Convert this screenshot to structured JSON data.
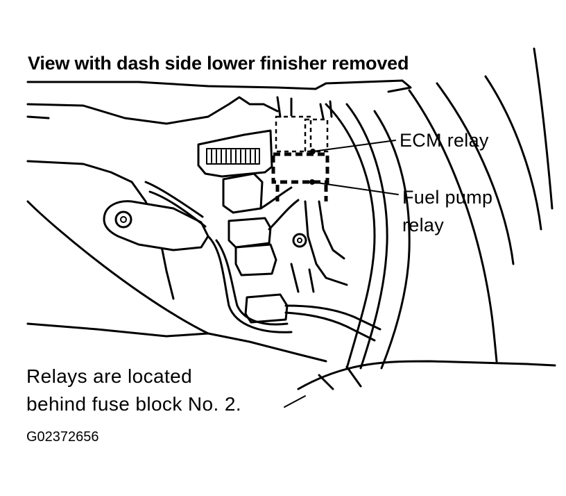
{
  "title": "View with dash side lower finisher removed",
  "callouts": {
    "ecm_relay": "ECM relay",
    "fuel_pump_relay_line1": "Fuel pump",
    "fuel_pump_relay_line2": "relay"
  },
  "note": {
    "line1": "Relays are located",
    "line2": "behind fuse block No. 2."
  },
  "figure_id": "G02372656"
}
